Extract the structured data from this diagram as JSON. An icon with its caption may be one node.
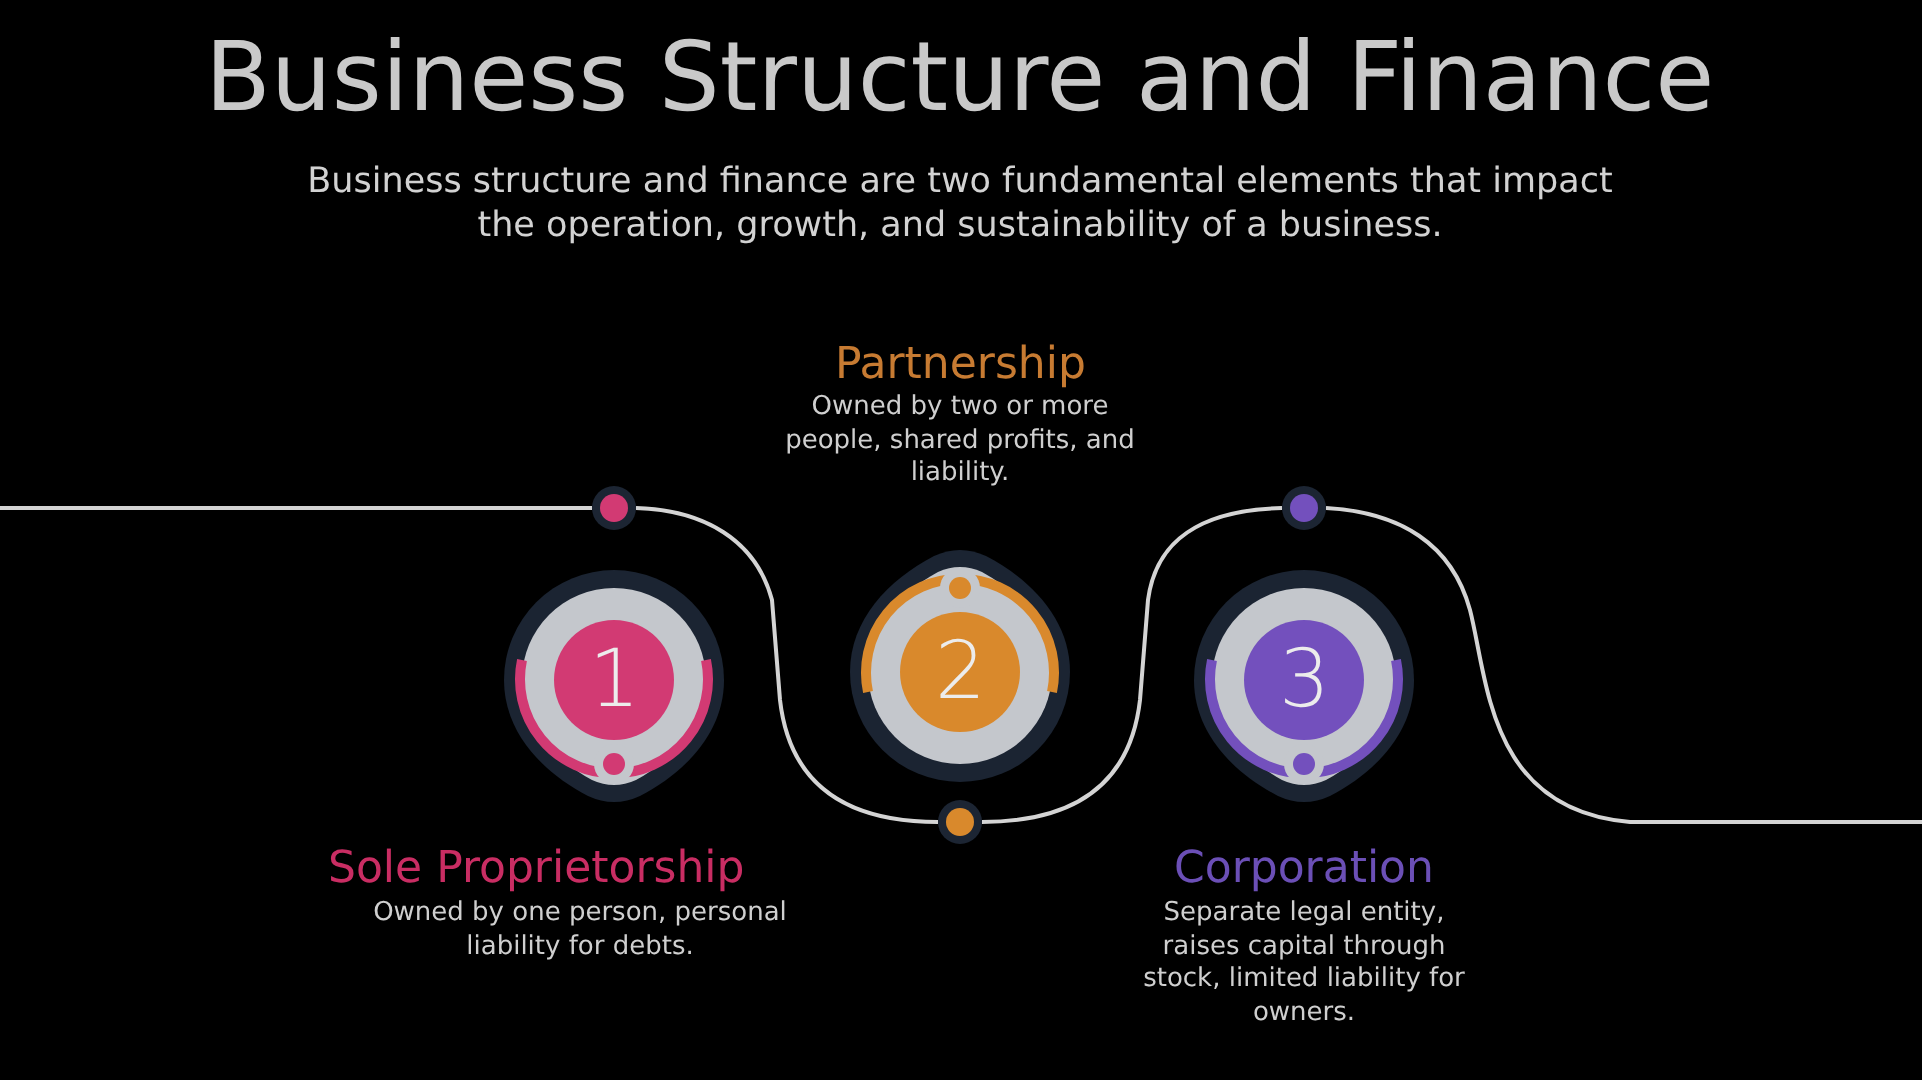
{
  "diagram": {
    "title": "Business Structure and Finance",
    "nodes": [
      {
        "text": [
          "1",
          "Sole Proprietorship"
        ],
        "beside": [
          "Owned by one person, personal liability for debts."
        ]
      },
      {
        "text": [],
        "shape": "circle"
      },
      {
        "text": [
          "Partnership",
          "2"
        ],
        "beside": [
          "Owned by two or more people, shared profits, and liability."
        ]
      },
      {
        "text": [],
        "shape": "circle"
      },
      {
        "text": [
          "3",
          "Corporation"
        ],
        "beside": [
          "Separate legal entity, raises capital through stock, limited liability for owners."
        ]
      },
      {
        "text": [],
        "shape": "circle"
      }
    ],
    "edges": [
      {
        "from": null,
        "to": 1,
        "arrow": "none"
      },
      {
        "from": 1,
        "to": 3,
        "arrow": "none"
      },
      {
        "from": 3,
        "to": 5,
        "arrow": "none"
      },
      {
        "from": 5,
        "to": null,
        "arrow": "none"
      }
    ],
    "labels": [
      "Business structure and finance are two fundamental elements that impact the operation, growth, and sustainability of a business."
    ]
  }
}
